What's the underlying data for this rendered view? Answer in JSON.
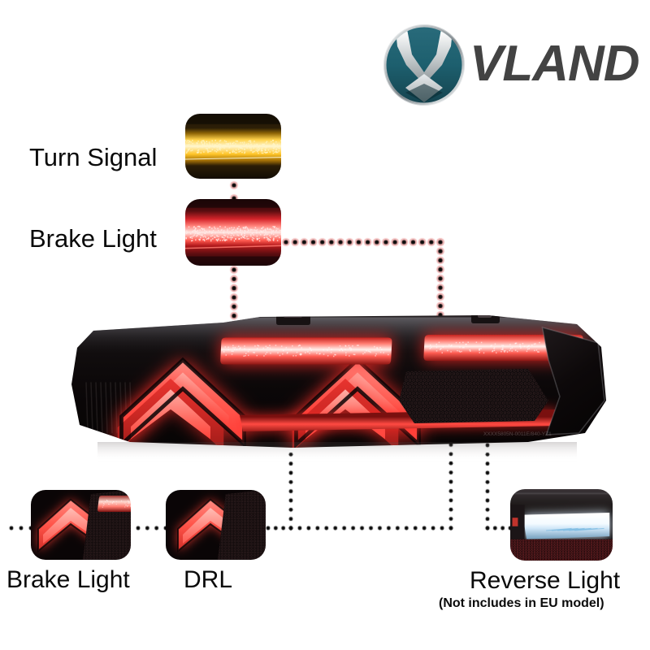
{
  "brand": {
    "name": "VLAND",
    "logo_icon": "vland-shield-icon",
    "wordmark_color": "#434343",
    "mark_teal": "#1d5f6e",
    "mark_silver": "#d8dada"
  },
  "callouts": {
    "turn_signal": {
      "label": "Turn Signal",
      "thumb_icon": "turn-signal-thumbnail",
      "color": "#f2b518"
    },
    "brake_light_top": {
      "label": "Brake Light",
      "thumb_icon": "brake-light-thumbnail",
      "color": "#e2102a"
    },
    "brake_light_bottom": {
      "label": "Brake Light",
      "thumb_icon": "brake-light-chevron-thumbnail",
      "color": "#f4473f"
    },
    "drl": {
      "label": "DRL",
      "thumb_icon": "drl-chevron-thumbnail",
      "color": "#f4473f"
    },
    "reverse_light": {
      "label": "Reverse Light",
      "note": "(Not includes in EU model)",
      "thumb_icon": "reverse-light-thumbnail",
      "color": "#eef4fa"
    }
  },
  "product": {
    "image_icon": "led-taillight-assembly",
    "housing_color": "#0b0708",
    "glow_color": "#ff3a34"
  },
  "connectors": {
    "dot_color": "#0a0a0a",
    "halo_color": "#f0b6b6"
  }
}
